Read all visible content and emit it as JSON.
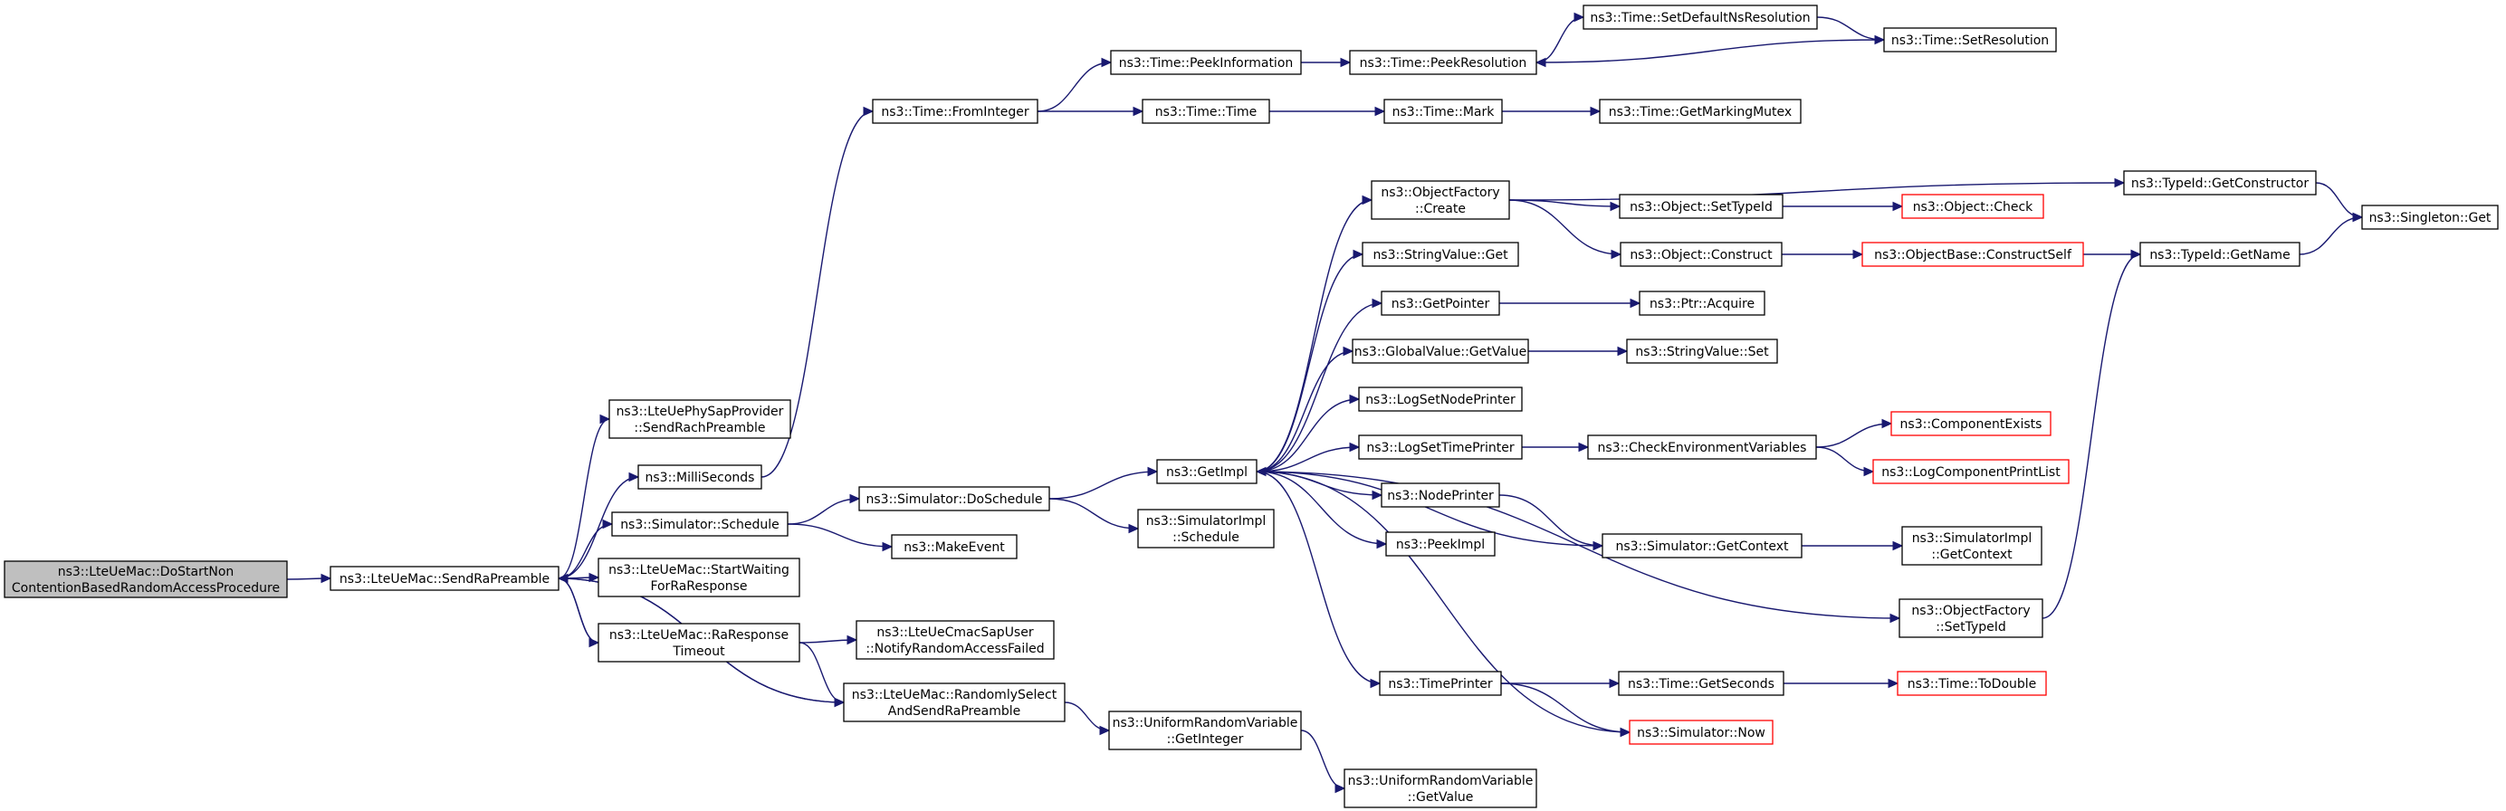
{
  "colors": {
    "edge": "#191970",
    "start_fill": "#bfbfbf",
    "truncated_border": "#ff0000",
    "border": "#000000"
  },
  "nodes": [
    {
      "id": "n0",
      "lines": [
        "ns3::LteUeMac::DoStartNon",
        "ContentionBasedRandomAccessProcedure"
      ],
      "style": "start"
    },
    {
      "id": "n1",
      "lines": [
        "ns3::LteUeMac::SendRaPreamble"
      ]
    },
    {
      "id": "n2",
      "lines": [
        "ns3::LteUePhySapProvider",
        "::SendRachPreamble"
      ]
    },
    {
      "id": "n3",
      "lines": [
        "ns3::MilliSeconds"
      ]
    },
    {
      "id": "n4",
      "lines": [
        "ns3::Simulator::Schedule"
      ]
    },
    {
      "id": "n5",
      "lines": [
        "ns3::LteUeMac::StartWaiting",
        "ForRaResponse"
      ]
    },
    {
      "id": "n6",
      "lines": [
        "ns3::LteUeMac::RaResponse",
        "Timeout"
      ]
    },
    {
      "id": "n7",
      "lines": [
        "ns3::LteUeMac::RandomlySelect",
        "AndSendRaPreamble"
      ]
    },
    {
      "id": "n8",
      "lines": [
        "ns3::Time::FromInteger"
      ]
    },
    {
      "id": "n9",
      "lines": [
        "ns3::Simulator::DoSchedule"
      ]
    },
    {
      "id": "n10",
      "lines": [
        "ns3::MakeEvent"
      ]
    },
    {
      "id": "n11",
      "lines": [
        "ns3::LteUeCmacSapUser",
        "::NotifyRandomAccessFailed"
      ]
    },
    {
      "id": "n12",
      "lines": [
        "ns3::UniformRandomVariable",
        "::GetInteger"
      ]
    },
    {
      "id": "n13",
      "lines": [
        "ns3::Time::PeekInformation"
      ]
    },
    {
      "id": "n14",
      "lines": [
        "ns3::Time::Time"
      ]
    },
    {
      "id": "n15",
      "lines": [
        "ns3::GetImpl"
      ]
    },
    {
      "id": "n16",
      "lines": [
        "ns3::SimulatorImpl",
        "::Schedule"
      ]
    },
    {
      "id": "n17",
      "lines": [
        "ns3::UniformRandomVariable",
        "::GetValue"
      ]
    },
    {
      "id": "n18",
      "lines": [
        "ns3::Time::PeekResolution"
      ]
    },
    {
      "id": "n19",
      "lines": [
        "ns3::Time::Mark"
      ]
    },
    {
      "id": "n20",
      "lines": [
        "ns3::ObjectFactory",
        "::Create"
      ]
    },
    {
      "id": "n21",
      "lines": [
        "ns3::StringValue::Get"
      ]
    },
    {
      "id": "n22",
      "lines": [
        "ns3::GetPointer"
      ]
    },
    {
      "id": "n23",
      "lines": [
        "ns3::GlobalValue::GetValue"
      ]
    },
    {
      "id": "n24",
      "lines": [
        "ns3::LogSetNodePrinter"
      ]
    },
    {
      "id": "n25",
      "lines": [
        "ns3::LogSetTimePrinter"
      ]
    },
    {
      "id": "n26",
      "lines": [
        "ns3::NodePrinter"
      ]
    },
    {
      "id": "n27",
      "lines": [
        "ns3::PeekImpl"
      ]
    },
    {
      "id": "n28",
      "lines": [
        "ns3::TimePrinter"
      ]
    },
    {
      "id": "n29",
      "lines": [
        "ns3::Time::SetDefaultNsResolution"
      ]
    },
    {
      "id": "n30",
      "lines": [
        "ns3::Time::SetResolution"
      ]
    },
    {
      "id": "n31",
      "lines": [
        "ns3::Time::GetMarkingMutex"
      ]
    },
    {
      "id": "n32",
      "lines": [
        "ns3::Object::SetTypeId"
      ]
    },
    {
      "id": "n33",
      "lines": [
        "ns3::Object::Construct"
      ]
    },
    {
      "id": "n34",
      "lines": [
        "ns3::Ptr::Acquire"
      ]
    },
    {
      "id": "n35",
      "lines": [
        "ns3::StringValue::Set"
      ]
    },
    {
      "id": "n36",
      "lines": [
        "ns3::CheckEnvironmentVariables"
      ]
    },
    {
      "id": "n37",
      "lines": [
        "ns3::Simulator::GetContext"
      ]
    },
    {
      "id": "n38",
      "lines": [
        "ns3::ObjectFactory",
        "::SetTypeId"
      ]
    },
    {
      "id": "n39",
      "lines": [
        "ns3::Time::GetSeconds"
      ]
    },
    {
      "id": "n40",
      "lines": [
        "ns3::Simulator::Now"
      ],
      "style": "truncated"
    },
    {
      "id": "n41",
      "lines": [
        "ns3::TypeId::GetConstructor"
      ]
    },
    {
      "id": "n42",
      "lines": [
        "ns3::Object::Check"
      ],
      "style": "truncated"
    },
    {
      "id": "n43",
      "lines": [
        "ns3::ObjectBase::ConstructSelf"
      ],
      "style": "truncated"
    },
    {
      "id": "n44",
      "lines": [
        "ns3::ComponentExists"
      ],
      "style": "truncated"
    },
    {
      "id": "n45",
      "lines": [
        "ns3::LogComponentPrintList"
      ],
      "style": "truncated"
    },
    {
      "id": "n46",
      "lines": [
        "ns3::SimulatorImpl",
        "::GetContext"
      ]
    },
    {
      "id": "n47",
      "lines": [
        "ns3::Time::ToDouble"
      ],
      "style": "truncated"
    },
    {
      "id": "n48",
      "lines": [
        "ns3::TypeId::GetName"
      ]
    },
    {
      "id": "n49",
      "lines": [
        "ns3::Singleton::Get"
      ]
    }
  ],
  "edges": [
    [
      "n0",
      "n1"
    ],
    [
      "n1",
      "n2"
    ],
    [
      "n1",
      "n3"
    ],
    [
      "n1",
      "n4"
    ],
    [
      "n1",
      "n5"
    ],
    [
      "n1",
      "n6"
    ],
    [
      "n1",
      "n7"
    ],
    [
      "n3",
      "n8"
    ],
    [
      "n4",
      "n9"
    ],
    [
      "n4",
      "n10"
    ],
    [
      "n6",
      "n1"
    ],
    [
      "n6",
      "n11"
    ],
    [
      "n6",
      "n7"
    ],
    [
      "n7",
      "n1"
    ],
    [
      "n7",
      "n12"
    ],
    [
      "n8",
      "n13"
    ],
    [
      "n8",
      "n14"
    ],
    [
      "n9",
      "n15"
    ],
    [
      "n9",
      "n16"
    ],
    [
      "n12",
      "n17"
    ],
    [
      "n13",
      "n18"
    ],
    [
      "n14",
      "n19"
    ],
    [
      "n18",
      "n29"
    ],
    [
      "n29",
      "n30"
    ],
    [
      "n30",
      "n18"
    ],
    [
      "n19",
      "n31"
    ],
    [
      "n15",
      "n20"
    ],
    [
      "n15",
      "n21"
    ],
    [
      "n15",
      "n22"
    ],
    [
      "n15",
      "n23"
    ],
    [
      "n15",
      "n24"
    ],
    [
      "n15",
      "n25"
    ],
    [
      "n15",
      "n26"
    ],
    [
      "n15",
      "n27"
    ],
    [
      "n15",
      "n28"
    ],
    [
      "n15",
      "n38"
    ],
    [
      "n15",
      "n40"
    ],
    [
      "n20",
      "n32"
    ],
    [
      "n20",
      "n33"
    ],
    [
      "n20",
      "n41"
    ],
    [
      "n32",
      "n42"
    ],
    [
      "n33",
      "n43"
    ],
    [
      "n43",
      "n48"
    ],
    [
      "n41",
      "n49"
    ],
    [
      "n48",
      "n49"
    ],
    [
      "n22",
      "n34"
    ],
    [
      "n23",
      "n35"
    ],
    [
      "n25",
      "n36"
    ],
    [
      "n36",
      "n44"
    ],
    [
      "n36",
      "n45"
    ],
    [
      "n26",
      "n37"
    ],
    [
      "n37",
      "n15"
    ],
    [
      "n37",
      "n46"
    ],
    [
      "n38",
      "n48"
    ],
    [
      "n28",
      "n39"
    ],
    [
      "n28",
      "n40"
    ],
    [
      "n39",
      "n47"
    ]
  ]
}
